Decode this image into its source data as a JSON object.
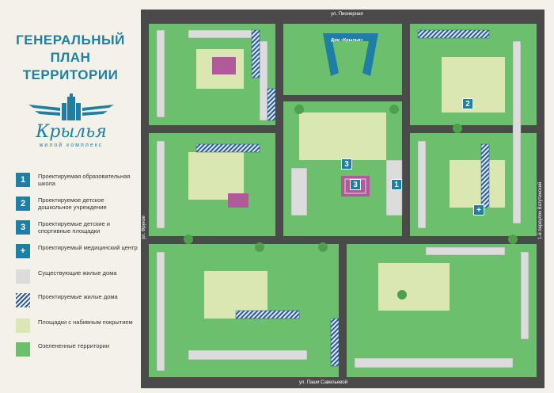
{
  "title": [
    "ГЕНЕРАЛЬНЫЙ",
    "ПЛАН",
    "ТЕРРИТОРИИ"
  ],
  "logo": {
    "name": "Крылья",
    "subtitle": "жилой комплекс",
    "icon": "wings-building-logo"
  },
  "legend": [
    {
      "swatch": "blue",
      "symbol": "1",
      "text": "Проектируемая образовательная школа"
    },
    {
      "swatch": "blue",
      "symbol": "2",
      "text": "Проектируемое детское дошкольное учреждение"
    },
    {
      "swatch": "blue",
      "symbol": "3",
      "text": "Проектируемые детские и спортивные площадки"
    },
    {
      "swatch": "blue",
      "symbol": "+",
      "text": "Проектируемый медицинский центр"
    },
    {
      "swatch": "grey",
      "symbol": "",
      "text": "Существующие жилые дома"
    },
    {
      "swatch": "hatch",
      "symbol": "",
      "text": "Проектируемые жилые дома"
    },
    {
      "swatch": "light",
      "symbol": "",
      "text": "Площадки с набивным покрытием"
    },
    {
      "swatch": "green",
      "symbol": "",
      "text": "Озелененные территории"
    }
  ],
  "streets": {
    "top": "ул. Пионерная",
    "left": "ул. Фрунзе",
    "right": "1-й переулок Ватутинский",
    "bottom": "ул. Паши Савельевой"
  },
  "house_label": "Дом «Крылья»",
  "markers": [
    "1",
    "2",
    "3",
    "3",
    "+"
  ],
  "colors": {
    "accent": "#1e7ea3",
    "road": "#4a4a4a",
    "green": "#6cbf6c",
    "light": "#dbe7b3",
    "existing": "#dcdcdc",
    "planned": "#2d5c93"
  }
}
